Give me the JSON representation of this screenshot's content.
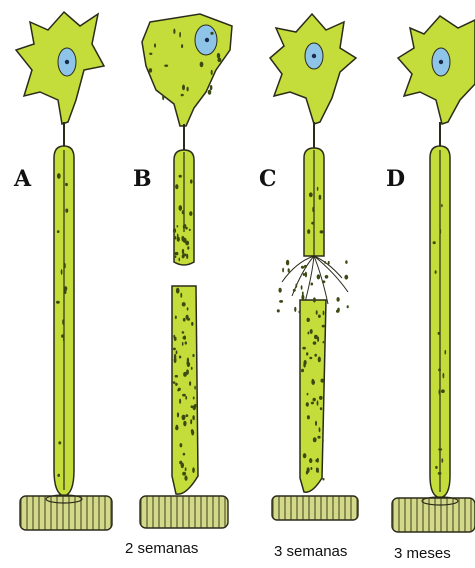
{
  "figure": {
    "panels": [
      {
        "letter": "A",
        "caption": ""
      },
      {
        "letter": "B",
        "caption": "2 semanas"
      },
      {
        "letter": "C",
        "caption": "3 semanas"
      },
      {
        "letter": "D",
        "caption": "3 meses"
      }
    ],
    "colors": {
      "cell": "#c5dd3a",
      "cell_dark": "#3a4a12",
      "nucleus": "#8ec4e8",
      "nucleolus": "#1a2a4a",
      "muscle": "#d2d98a",
      "outline": "#2b2b1a"
    }
  }
}
